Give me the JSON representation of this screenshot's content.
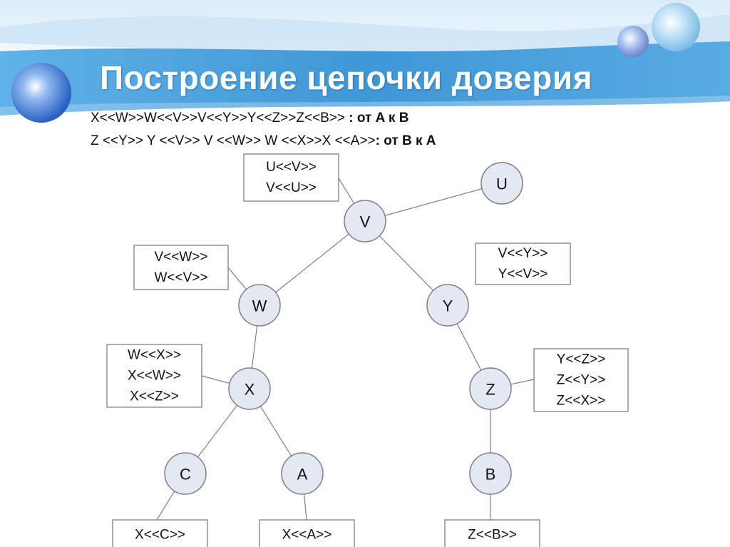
{
  "slide": {
    "title": "Построение цепочки доверия",
    "chain_forward": {
      "expr": "X<<W>>W<<V>>V<<Y>>Y<<Z>>Z<<B>>",
      "suffix": " : от A к B"
    },
    "chain_backward": {
      "expr": "Z <<Y>> Y <<V>> V <<W>> W <<X>>X <<A>>",
      "suffix": ": от B к A"
    }
  },
  "colors": {
    "banner": "#4a9fd8",
    "node_fill": "#e3e8f3",
    "border": "#7f7f7f"
  },
  "tree": {
    "nodes": [
      {
        "id": "V",
        "label": "V"
      },
      {
        "id": "U",
        "label": "U"
      },
      {
        "id": "W",
        "label": "W"
      },
      {
        "id": "Y",
        "label": "Y"
      },
      {
        "id": "X",
        "label": "X"
      },
      {
        "id": "Z",
        "label": "Z"
      },
      {
        "id": "C",
        "label": "C"
      },
      {
        "id": "A",
        "label": "A"
      },
      {
        "id": "B",
        "label": "B"
      }
    ],
    "edges": [
      [
        "V",
        "U"
      ],
      [
        "V",
        "W"
      ],
      [
        "V",
        "Y"
      ],
      [
        "W",
        "X"
      ],
      [
        "Y",
        "Z"
      ],
      [
        "X",
        "C"
      ],
      [
        "X",
        "A"
      ],
      [
        "Z",
        "B"
      ]
    ],
    "certificates": [
      {
        "id": "V",
        "lines": [
          "U<<V>>",
          "V<<U>>"
        ]
      },
      {
        "id": "W",
        "lines": [
          "V<<W>>",
          "W<<V>>"
        ]
      },
      {
        "id": "Y",
        "lines": [
          "V<<Y>>",
          "Y<<V>>"
        ]
      },
      {
        "id": "X",
        "lines": [
          "W<<X>>",
          "X<<W>>",
          "X<<Z>>"
        ]
      },
      {
        "id": "Z",
        "lines": [
          "Y<<Z>>",
          "Z<<Y>>",
          "Z<<X>>"
        ]
      },
      {
        "id": "C",
        "lines": [
          "X<<C>>"
        ]
      },
      {
        "id": "A",
        "lines": [
          "X<<A>>"
        ]
      },
      {
        "id": "B",
        "lines": [
          "Z<<B>>"
        ]
      }
    ]
  }
}
